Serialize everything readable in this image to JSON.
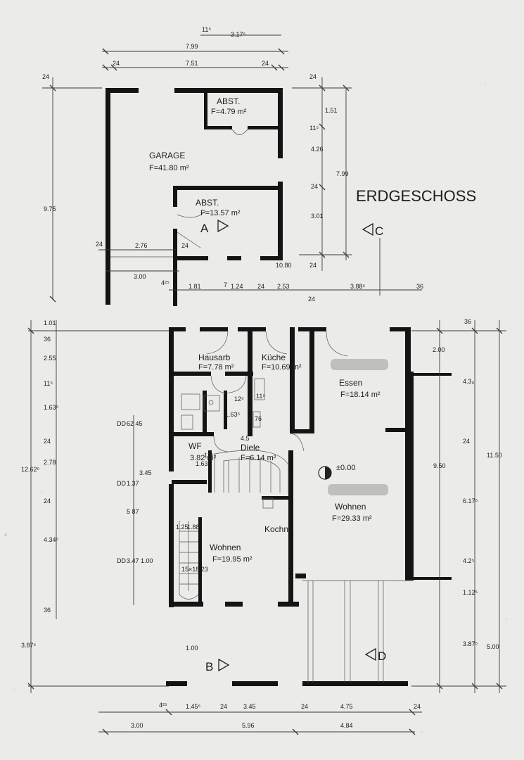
{
  "title": "ERDGESCHOSS",
  "rooms": {
    "garage": {
      "name": "GARAGE",
      "area": "F=41.80 m²"
    },
    "abst1": {
      "name": "ABST.",
      "area": "F=4.79 m²"
    },
    "abst2": {
      "name": "ABST.",
      "area": "F=13.57 m²"
    },
    "hausarb": {
      "name": "Hausarb",
      "area": "F=7.78 m²"
    },
    "kueche": {
      "name": "Küche",
      "area": "F=10.69 m²"
    },
    "essen": {
      "name": "Essen",
      "area": "F=18.14 m²"
    },
    "diele": {
      "name": "Diele",
      "area": "F=6.14 m²"
    },
    "wf": {
      "name": "WF",
      "area": "3.82 m²"
    },
    "wohnen_right": {
      "name": "Wohnen",
      "area": "F=29.33 m²"
    },
    "kochn": {
      "name": "Kochn."
    },
    "wohnen_left": {
      "name": "Wohnen",
      "area": "F=19.95 m²"
    }
  },
  "level": "±0.00",
  "section_marks": {
    "a": "A",
    "b": "B",
    "c": "C",
    "d": "D"
  },
  "dims": {
    "top1": "11⁵",
    "top2": "3.17⁵",
    "top3": "7.99",
    "top4a": "24",
    "top4b": "7.51",
    "top4c": "24",
    "left_top": "24",
    "left_975": "9.75",
    "r1": "24",
    "r2": "1.51",
    "r3": "11⁵",
    "r4": "4.26",
    "r5": "24",
    "r6": "3.01",
    "r7": "24",
    "r8": "7.99",
    "g1": "24",
    "g2": "2.76",
    "g3": "24",
    "g4": "3.00",
    "g5": "4²⁵",
    "g6": "1.81",
    "g7": "7",
    "g8": "1.24",
    "g9": "24",
    "g10": "2.53",
    "g11": "10.80",
    "g12": "3.88⁵",
    "g13": "36",
    "g14": "24",
    "l1": "1.01",
    "l2": "36",
    "l3": "2.55",
    "l4": "11⁵",
    "l5": "1.63⁵",
    "l6": "24",
    "l7": "2.78",
    "l8": "12.62⁵",
    "l9": "24",
    "l10": "4.34⁵",
    "l11": "36",
    "l12": "3.87⁵",
    "dd1": "DD",
    "dd1v": "62 45",
    "dd2": "DD",
    "dd2v": "1.37",
    "dd3": "3.45",
    "dd4": "5 87",
    "dd5": "DD",
    "dd5v": "3.47 1.00",
    "rr1": "36",
    "rr2": "2.00",
    "rr3": "4.3₀",
    "rr4": "24",
    "rr5": "9.50",
    "rr6": "11.50",
    "rr7": "6.17⁵",
    "rr8": "4.2⁵",
    "rr9": "1.12⁵",
    "rr10": "3.87⁵",
    "rr11": "5.00",
    "b1": "4²⁵",
    "b2": "1.45⁵",
    "b3": "24",
    "b4": "3.45",
    "b5": "24",
    "b6": "4.75",
    "b7": "24",
    "b8": "3.00",
    "b9": "5.96",
    "b10": "4.84",
    "i1": "12⁵",
    "i2": "11⁵",
    "i3": "1.63⁵",
    "i4": "76",
    "i5": "4.5",
    "i6": "12⁵",
    "i7": "1.63",
    "i8": "1.88",
    "i9": "1.25",
    "i10": "15×18.23",
    "i11": "1.00"
  }
}
